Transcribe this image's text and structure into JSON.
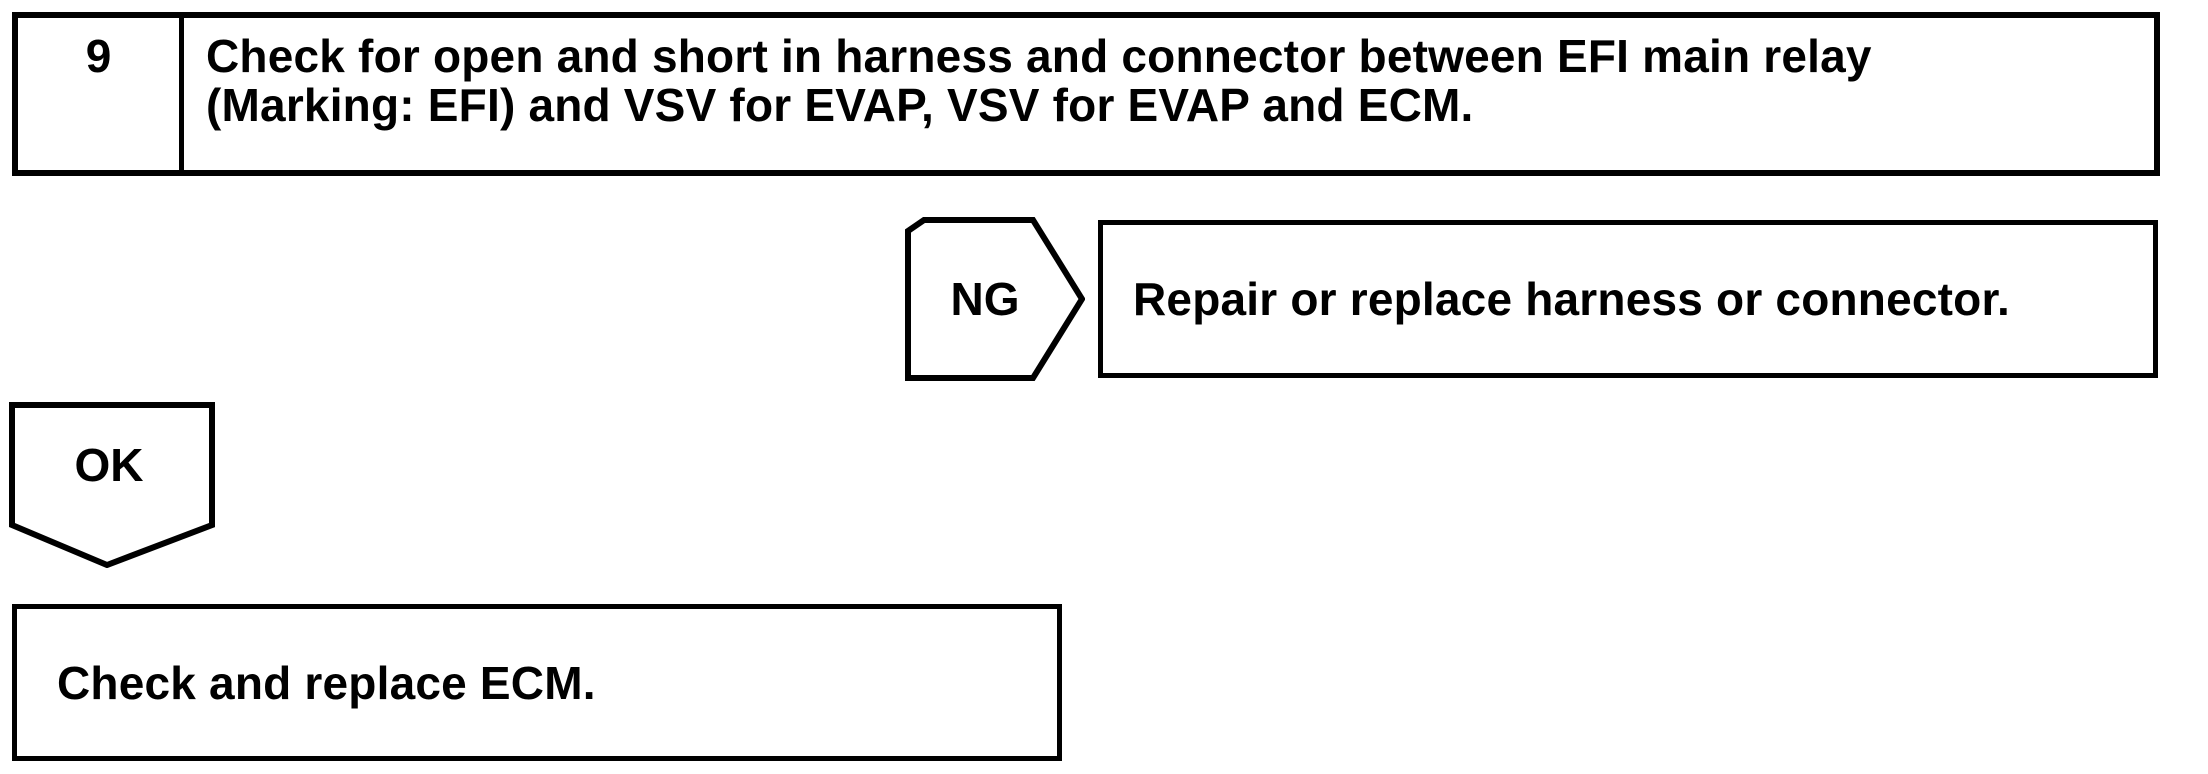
{
  "step": {
    "number": "9",
    "instruction_lines": [
      "Check for open and short in harness and connector between EFI main relay",
      "(Marking: EFI) and VSV for EVAP, VSV for EVAP and ECM."
    ]
  },
  "ng_branch": {
    "label": "NG",
    "action": "Repair or replace harness or connector."
  },
  "ok_branch": {
    "label": "OK",
    "action": "Check and replace ECM."
  },
  "colors": {
    "ink": "#000000",
    "paper": "#ffffff"
  }
}
